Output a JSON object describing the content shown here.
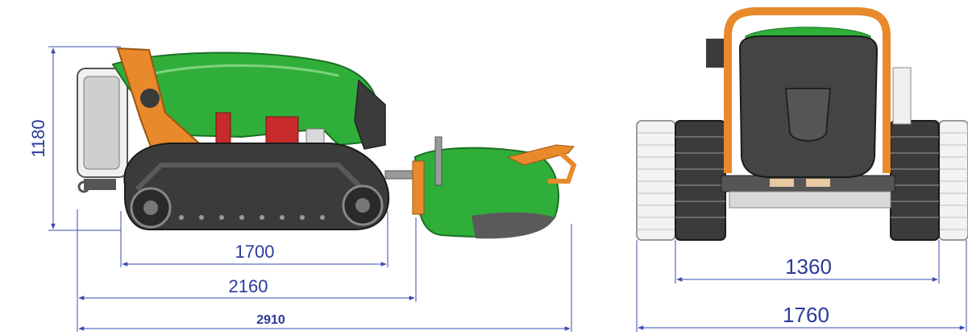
{
  "diagram": {
    "side_view": {
      "height_label": "1180",
      "track_length_label": "1700",
      "machine_length_label": "2160",
      "overall_length_label": "2910"
    },
    "front_view": {
      "inner_track_width_label": "1360",
      "overall_width_label": "1760"
    }
  },
  "colors": {
    "dimension_line": "#3a4bb0",
    "dimension_text": "#2b3a9c",
    "body_green": "#2fae3a",
    "frame_orange": "#e8892b",
    "track_dark": "#3b3b3b",
    "track_light": "#d9d9d9"
  }
}
